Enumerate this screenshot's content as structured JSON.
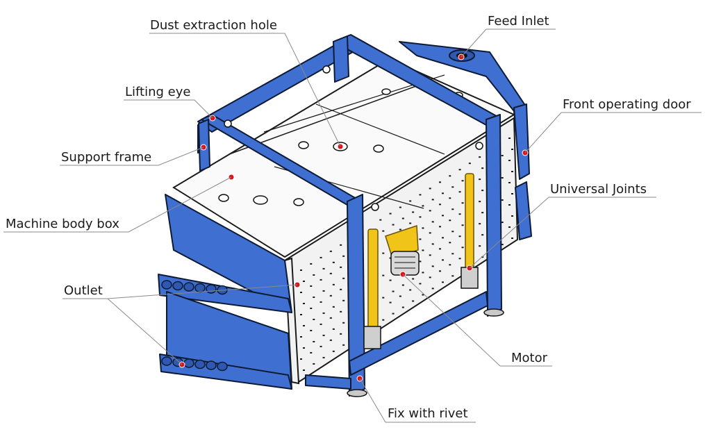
{
  "labels": {
    "dust_extraction_hole": "Dust extraction hole",
    "feed_inlet": "Feed Inlet",
    "lifting_eye": "Lifting eye",
    "front_operating_door": "Front operating door",
    "support_frame": "Support frame",
    "universal_joints": "Universal Joints",
    "machine_body_box": "Machine body box",
    "outlet": "Outlet",
    "motor": "Motor",
    "fix_with_rivet": "Fix with rivet"
  },
  "colors": {
    "frame_blue": "#3f6fd0",
    "joint_yellow": "#f0c419",
    "marker_red": "#d9141b",
    "leader_gray": "#8a8a8a"
  }
}
